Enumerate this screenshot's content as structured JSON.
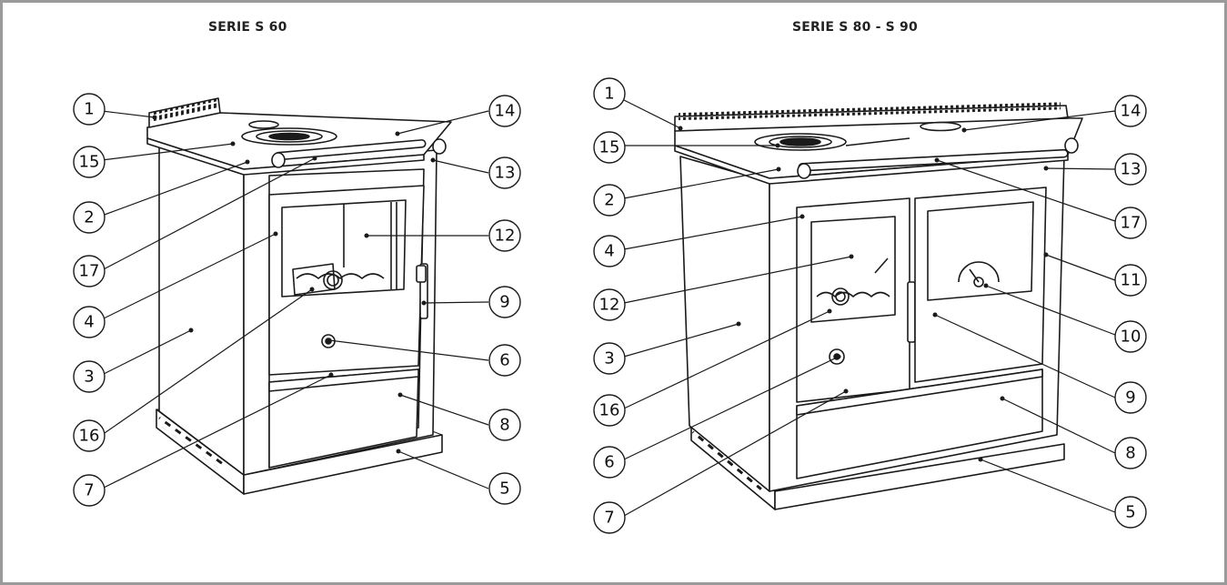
{
  "left_figure": {
    "title": "SERIE S 60",
    "callouts": [
      "1",
      "15",
      "2",
      "17",
      "4",
      "3",
      "16",
      "7",
      "14",
      "13",
      "12",
      "9",
      "6",
      "8",
      "5"
    ]
  },
  "right_figure": {
    "title": "SERIE S 80 - S 90",
    "callouts": [
      "1",
      "15",
      "2",
      "4",
      "12",
      "3",
      "16",
      "6",
      "7",
      "14",
      "13",
      "17",
      "11",
      "10",
      "9",
      "8",
      "5"
    ]
  },
  "colors": {
    "line": "#1a1a1a",
    "frame": "#9a9a9a",
    "panel": "#ffffff"
  }
}
